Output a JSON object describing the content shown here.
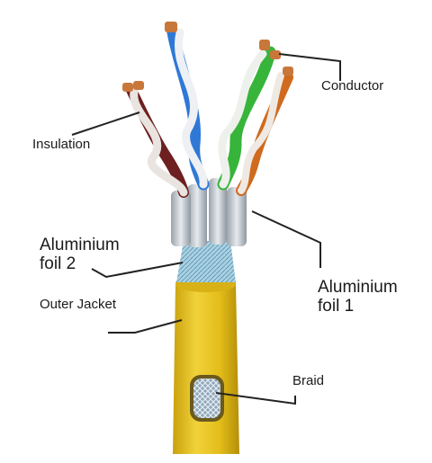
{
  "labels": {
    "conductor": "Conductor",
    "insulation": "Insulation",
    "aluminium_foil_2": "Aluminium\nfoil 2",
    "aluminium_foil_1": "Aluminium\nfoil 1",
    "outer_jacket": "Outer Jacket",
    "braid": "Braid"
  },
  "colors": {
    "jacket": "#e6c21c",
    "pair_brown": "#6e1f1f",
    "pair_blue": "#2f78d6",
    "pair_green": "#37b43a",
    "pair_orange": "#cf6a1e",
    "copper": "#c8773b",
    "foil": "#c9ced3",
    "foil_outer": "#9ecbe0",
    "braid": "#aeb9c4"
  }
}
